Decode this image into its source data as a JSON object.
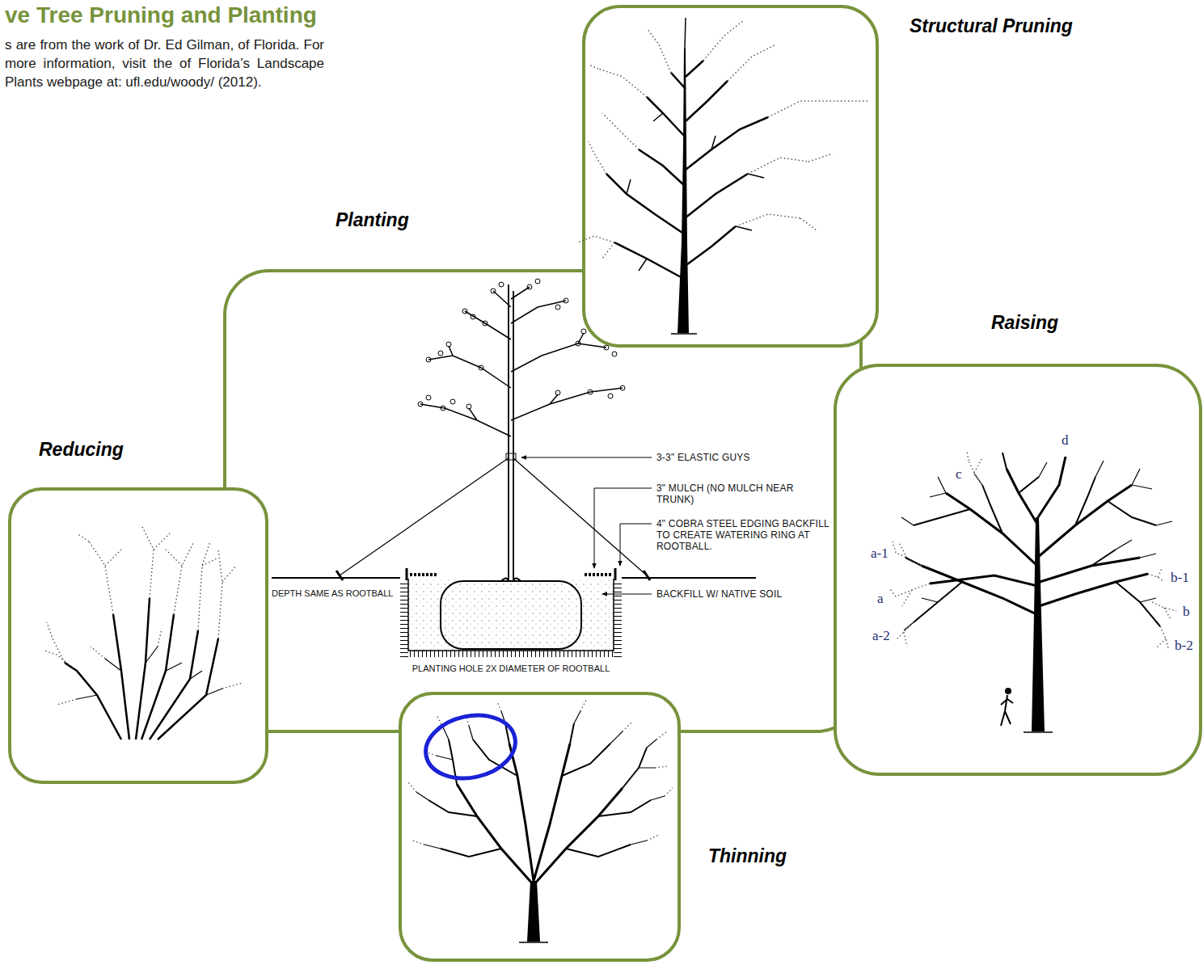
{
  "diagram": {
    "title": "ve Tree Pruning and Planting",
    "nodes": [
      {
        "text": [
          "Structural Pruning"
        ]
      },
      {
        "text": [
          "Planting"
        ]
      },
      {
        "text": [
          "Raising"
        ]
      },
      {
        "text": [
          "Reducing"
        ]
      },
      {
        "text": [
          "Thinning"
        ]
      }
    ],
    "labels": [
      "s are from the work of Dr. Ed Gilman, of Florida. For more information, visit the of Florida’s Landscape Plants webpage at: ufl.edu/woody/ (2012).",
      "3-3\" ELASTIC GUYS",
      "3\" MULCH (NO MULCH NEAR TRUNK)",
      "4\" COBRA STEEL EDGING BACKFILL TO CREATE WATERING RING AT ROOTBALL.",
      "DEPTH SAME AS ROOTBALL",
      "BACKFILL W/ NATIVE SOIL",
      "PLANTING HOLE 2X DIAMETER OF ROOTBALL",
      "d",
      "c",
      "a-1",
      "a",
      "a-2",
      "b-1",
      "b",
      "b-2"
    ]
  }
}
